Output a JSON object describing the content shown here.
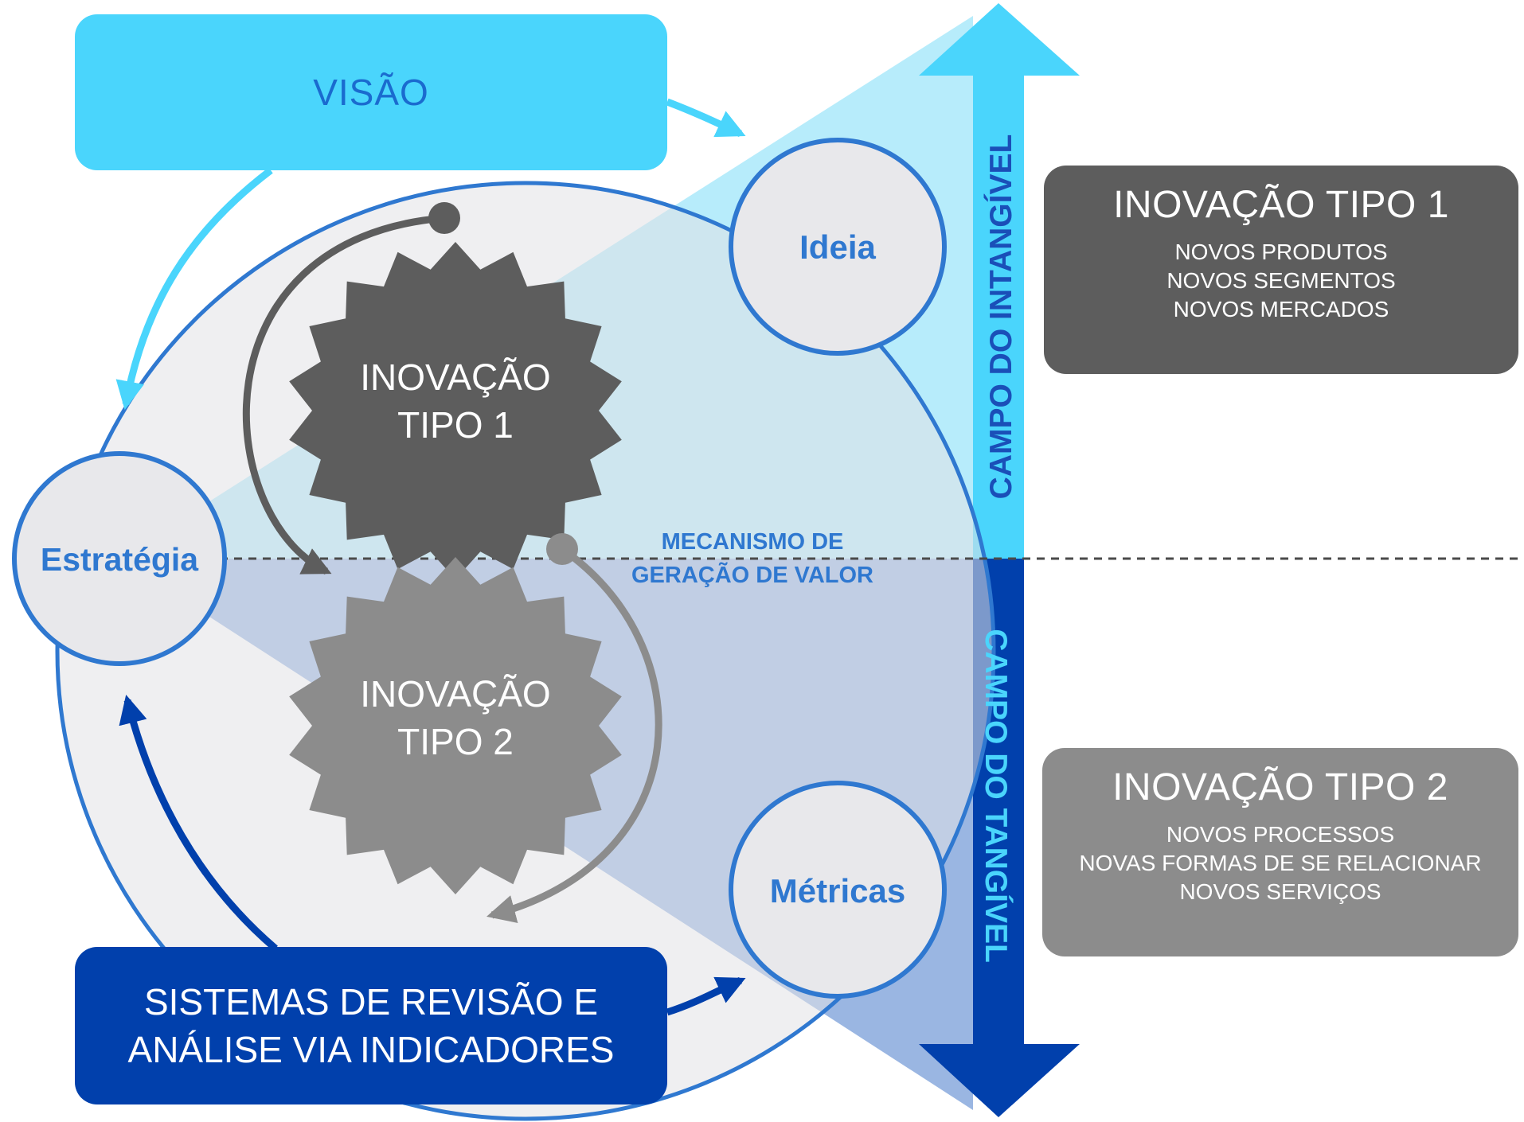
{
  "vision": {
    "label": "VISÃO"
  },
  "review_systems": {
    "line1": "SISTEMAS DE REVISÃO E",
    "line2": "ANÁLISE VIA INDICADORES"
  },
  "nodes": {
    "ideia": "Ideia",
    "estrategia": "Estratégia",
    "metricas": "Métricas"
  },
  "gear_type1": {
    "line1": "INOVAÇÃO",
    "line2": "TIPO 1"
  },
  "gear_type2": {
    "line1": "INOVAÇÃO",
    "line2": "TIPO 2"
  },
  "mechanism": {
    "line1": "MECANISMO DE",
    "line2": "GERAÇÃO DE VALOR"
  },
  "axis": {
    "intangible": "CAMPO DO INTANGÍVEL",
    "tangible": "CAMPO DO TANGÍVEL"
  },
  "type1_panel": {
    "title": "INOVAÇÃO TIPO 1",
    "items": [
      "NOVOS PRODUTOS",
      "NOVOS SEGMENTOS",
      "NOVOS MERCADOS"
    ]
  },
  "type2_panel": {
    "title": "INOVAÇÃO TIPO 2",
    "items": [
      "NOVOS PROCESSOS",
      "NOVAS FORMAS DE SE RELACIONAR",
      "NOVOS SERVIÇOS"
    ]
  },
  "colors": {
    "cyan": "#4ad5fc",
    "light_cyan": "#b7ecfb",
    "blue": "#2f78d0",
    "dark_blue": "#0140ac",
    "mid_blue": "#9ab6e2",
    "dark_gray": "#5d5d5d",
    "mid_gray": "#8c8c8c",
    "node_fill": "#e8e8eb"
  }
}
